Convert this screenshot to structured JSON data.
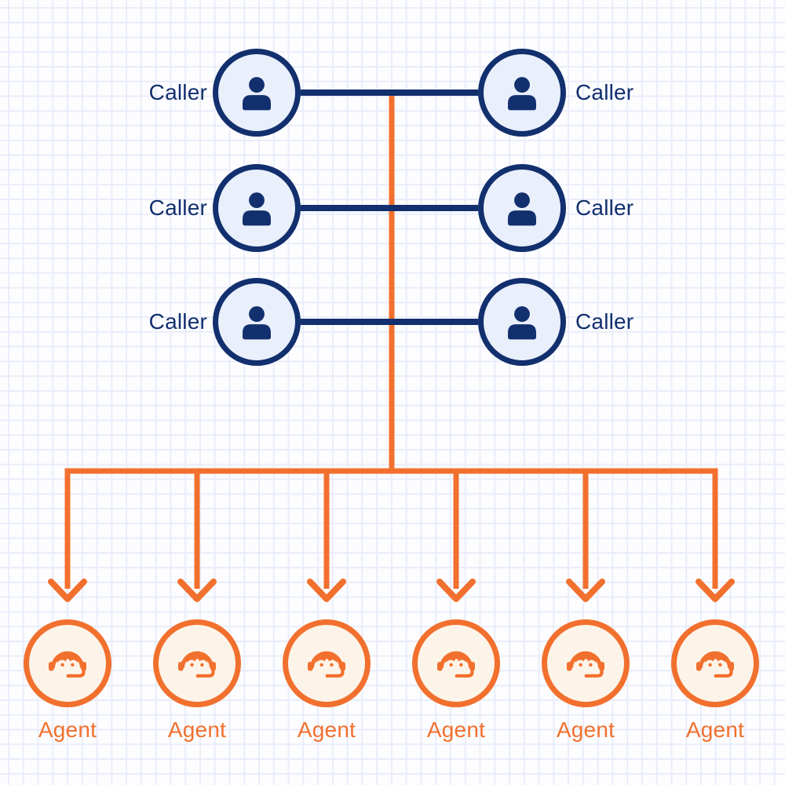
{
  "diagram": {
    "type": "call-routing-diagram",
    "colors": {
      "navy": "#122f6e",
      "orange": "#f2702e",
      "caller_circle_fill": "#e9effb",
      "agent_circle_fill": "#fdf4e9",
      "grid_line": "#e9edfa",
      "paper": "#fdfdff"
    },
    "icons": {
      "caller": "person-icon",
      "agent": "headset-agent-icon"
    },
    "caller_rows": [
      {
        "left": {
          "label": "Caller"
        },
        "right": {
          "label": "Caller"
        }
      },
      {
        "left": {
          "label": "Caller"
        },
        "right": {
          "label": "Caller"
        }
      },
      {
        "left": {
          "label": "Caller"
        },
        "right": {
          "label": "Caller"
        }
      }
    ],
    "agents": [
      {
        "label": "Agent"
      },
      {
        "label": "Agent"
      },
      {
        "label": "Agent"
      },
      {
        "label": "Agent"
      },
      {
        "label": "Agent"
      },
      {
        "label": "Agent"
      }
    ]
  }
}
